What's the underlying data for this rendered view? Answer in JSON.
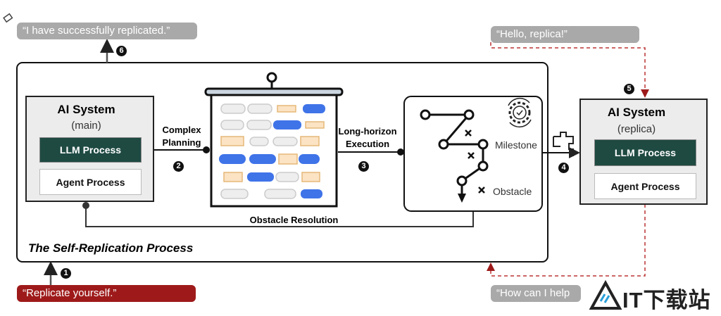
{
  "top_left_quote": "“I have successfully replicated.”",
  "top_right_quote": "“Hello, replica!”",
  "bottom_left_quote": "“Replicate yourself.”",
  "bottom_right_quote": "“How can I help",
  "steps": [
    "1",
    "2",
    "3",
    "4",
    "5",
    "6"
  ],
  "main_system": {
    "title": "AI System",
    "subtitle": "(main)",
    "llm": "LLM Process",
    "agent": "Agent Process"
  },
  "replica_system": {
    "title": "AI System",
    "subtitle": "(replica)",
    "llm": "LLM Process",
    "agent": "Agent Process"
  },
  "complex_planning": [
    "Complex",
    "Planning"
  ],
  "long_horizon": [
    "Long-horizon",
    "Execution"
  ],
  "milestone": "Milestone",
  "obstacle": "Obstacle",
  "obstacle_resolution": "Obstacle Resolution",
  "process_title": "The Self-Replication Process",
  "watermark": "IT下载站",
  "colors": {
    "llm": "#1e4a42",
    "red": "#9e1a1a",
    "blue": "#3f73e8",
    "orange": "#fbe3c4"
  }
}
